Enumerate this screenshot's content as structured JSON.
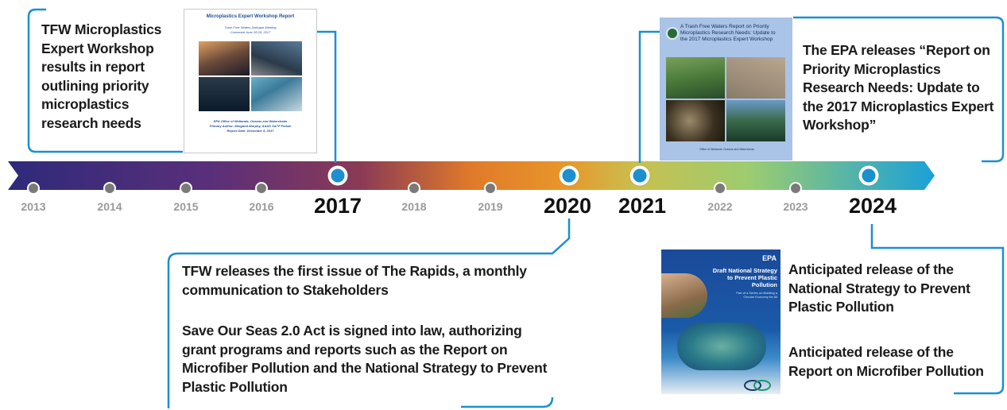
{
  "timeline": {
    "colors": {
      "start": "#2e2a7a",
      "mid1": "#7a3a5a",
      "mid2": "#e8822a",
      "mid3": "#a8c84a",
      "end": "#1aa0d8",
      "line": "#1b8fd0"
    },
    "years": [
      {
        "label": "2013",
        "major": false
      },
      {
        "label": "2014",
        "major": false
      },
      {
        "label": "2015",
        "major": false
      },
      {
        "label": "2016",
        "major": false
      },
      {
        "label": "2017",
        "major": true
      },
      {
        "label": "2018",
        "major": false
      },
      {
        "label": "2019",
        "major": false
      },
      {
        "label": "2020",
        "major": true
      },
      {
        "label": "2021",
        "major": true
      },
      {
        "label": "2022",
        "major": false
      },
      {
        "label": "2023",
        "major": false
      },
      {
        "label": "2024",
        "major": true
      }
    ]
  },
  "events": {
    "e2017": {
      "text": "TFW Microplastics Expert Workshop results in report outlining priority microplastics research needs"
    },
    "e2021": {
      "text": "The EPA releases “Report on Priority Microplastics Research Needs: Update to the 2017 Microplastics Expert Workshop”"
    },
    "e2020": {
      "p1": "TFW releases the first issue of The Rapids, a monthly communication to Stakeholders",
      "p2": "Save Our Seas 2.0 Act is signed into law, authorizing grant programs and reports such as the Report on Microfiber Pollution and the National Strategy to Prevent Plastic Pollution"
    },
    "e2024": {
      "p1": "Anticipated release of the National Strategy to Prevent Plastic Pollution",
      "p2": "Anticipated release of the Report on Microfiber Pollution"
    }
  },
  "covers": {
    "c2017": {
      "title": "Microplastics Expert Workshop Report",
      "sub1": "Trash Free Waters Dialogue Meeting",
      "sub2": "Convened June 28-29, 2017",
      "foot1": "EPA Office of Wetlands, Oceans and Watersheds",
      "foot2": "Primary Author: Margaret Murphy, AAAS S&TP Fellow",
      "foot3": "Report Date: December 8, 2017"
    },
    "c2021": {
      "title": "A Trash Free Waters Report on Priority Microplastics Research Needs: Update to the 2017 Microplastics Expert Workshop",
      "foot": "Office of Wetlands, Oceans and Watersheds"
    },
    "c2024": {
      "logo": "EPA",
      "title": "Draft National Strategy to Prevent Plastic Pollution",
      "sub": "Part of a Series on Building a Circular Economy for All"
    }
  }
}
